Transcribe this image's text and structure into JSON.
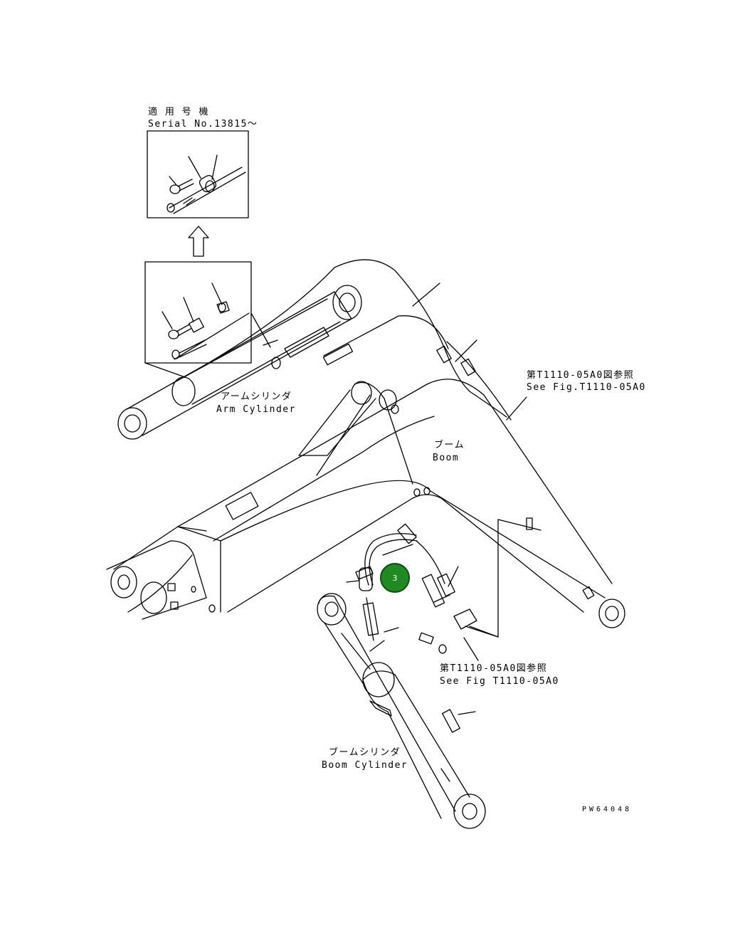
{
  "inset": {
    "serial_title_jp": "適 用 号 機",
    "serial_title_en": "Serial No.13815～"
  },
  "labels": {
    "arm_cylinder_jp": "アームシリンダ",
    "arm_cylinder_en": "Arm Cylinder",
    "boom_jp": "ブーム",
    "boom_en": "Boom",
    "boom_cylinder_jp": "ブームシリンダ",
    "boom_cylinder_en": "Boom Cylinder",
    "ref_top_jp": "第T1110-05A0図参照",
    "ref_top_en": "See Fig.T1110-05A0",
    "ref_bottom_jp": "第T1110-05A0図参照",
    "ref_bottom_en": "See Fig T1110-05A0",
    "drawing_code": "PW64048"
  },
  "callouts": [
    {
      "number": "3",
      "color": "#1f8a1f"
    }
  ]
}
